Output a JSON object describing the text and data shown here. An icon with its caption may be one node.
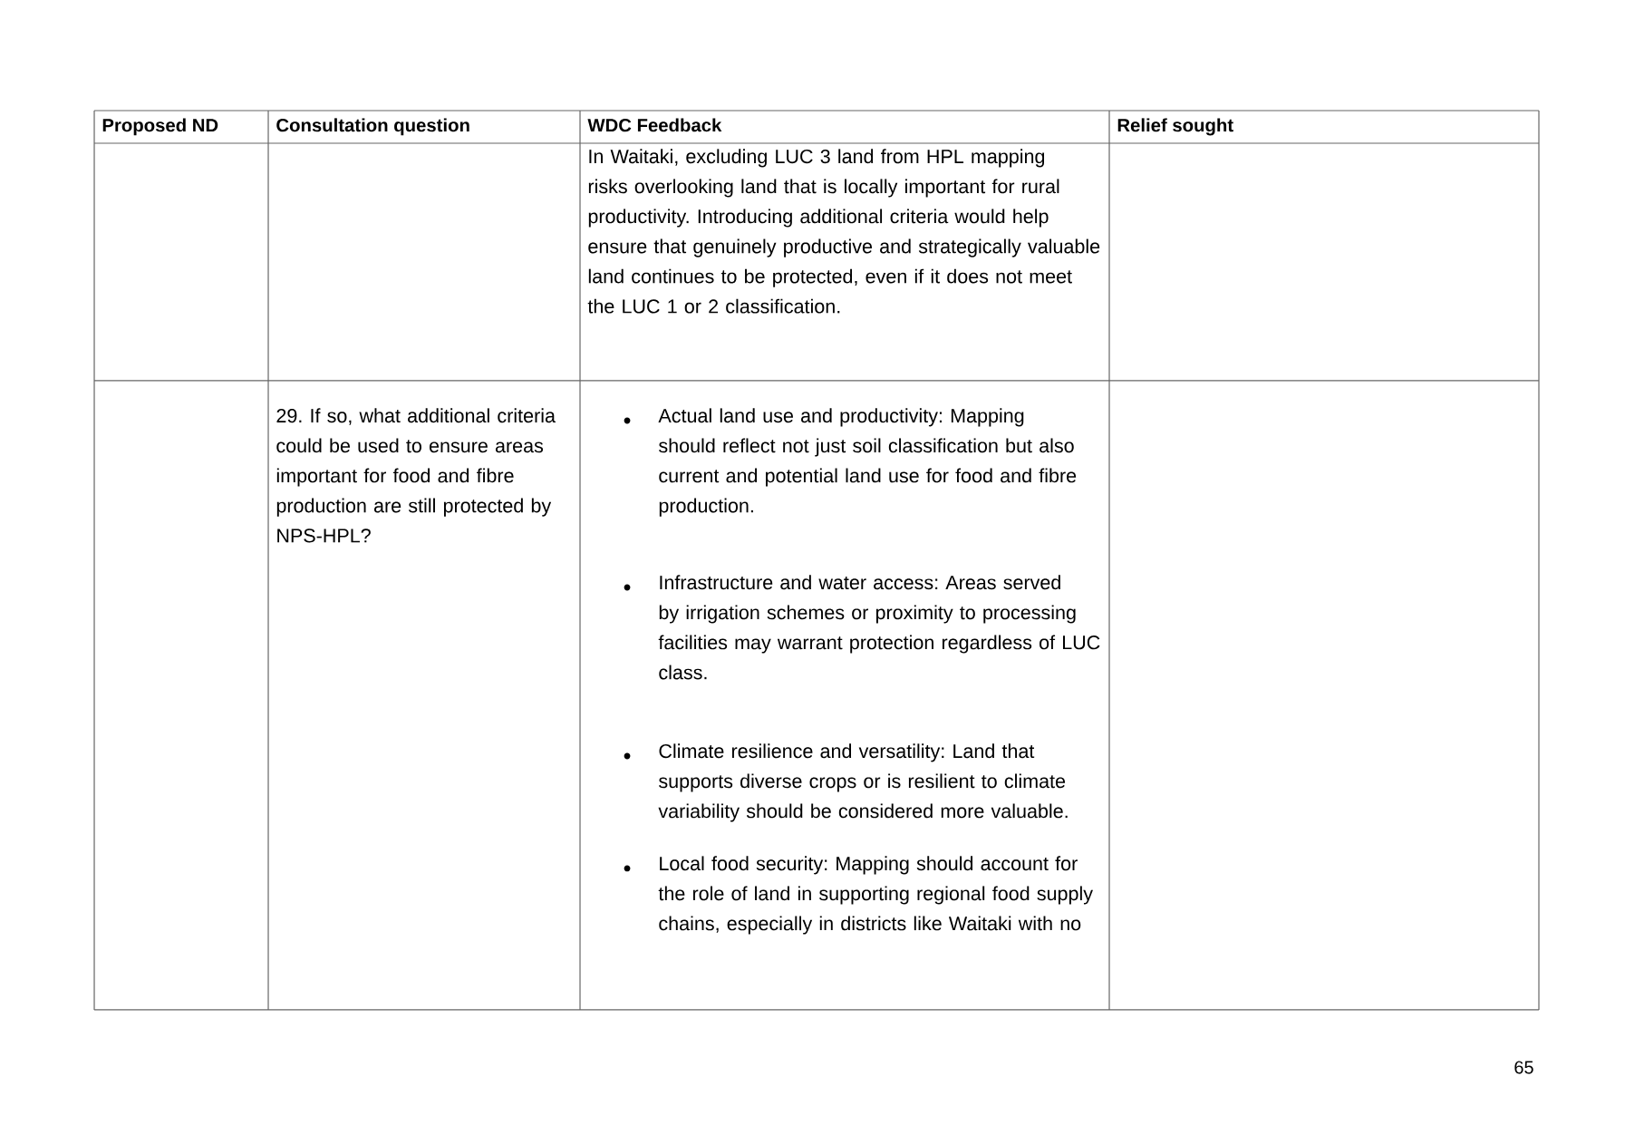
{
  "diagram": {
    "labels": [
      "Proposed ND",
      "Consultation question",
      "WDC Feedback",
      "Relief sought",
      "In Waitaki, excluding LUC 3 land from HPL mapping risks overlooking land that is locally important for rural productivity. Introducing additional criteria would help ensure that genuinely productive and strategically valuable land continues to be protected, even if it does not meet the LUC 1 or 2 classification.",
      "29. If so, what additional criteria could be used to ensure areas important for food and fibre production are still protected by NPS-HPL?",
      "Actual land use and productivity: Mapping should reflect not just soil classification but also current and potential land use for food and fibre production.",
      "Infrastructure and water access: Areas served by irrigation schemes or proximity to processing facilities may warrant protection regardless of LUC class.",
      "Climate resilience and versatility: Land that supports diverse crops or is resilient to climate variability should be considered more valuable.",
      "Local food security: Mapping should account for the role of land in supporting regional food supply chains, especially in districts like Waitaki with no",
      "65"
    ]
  }
}
